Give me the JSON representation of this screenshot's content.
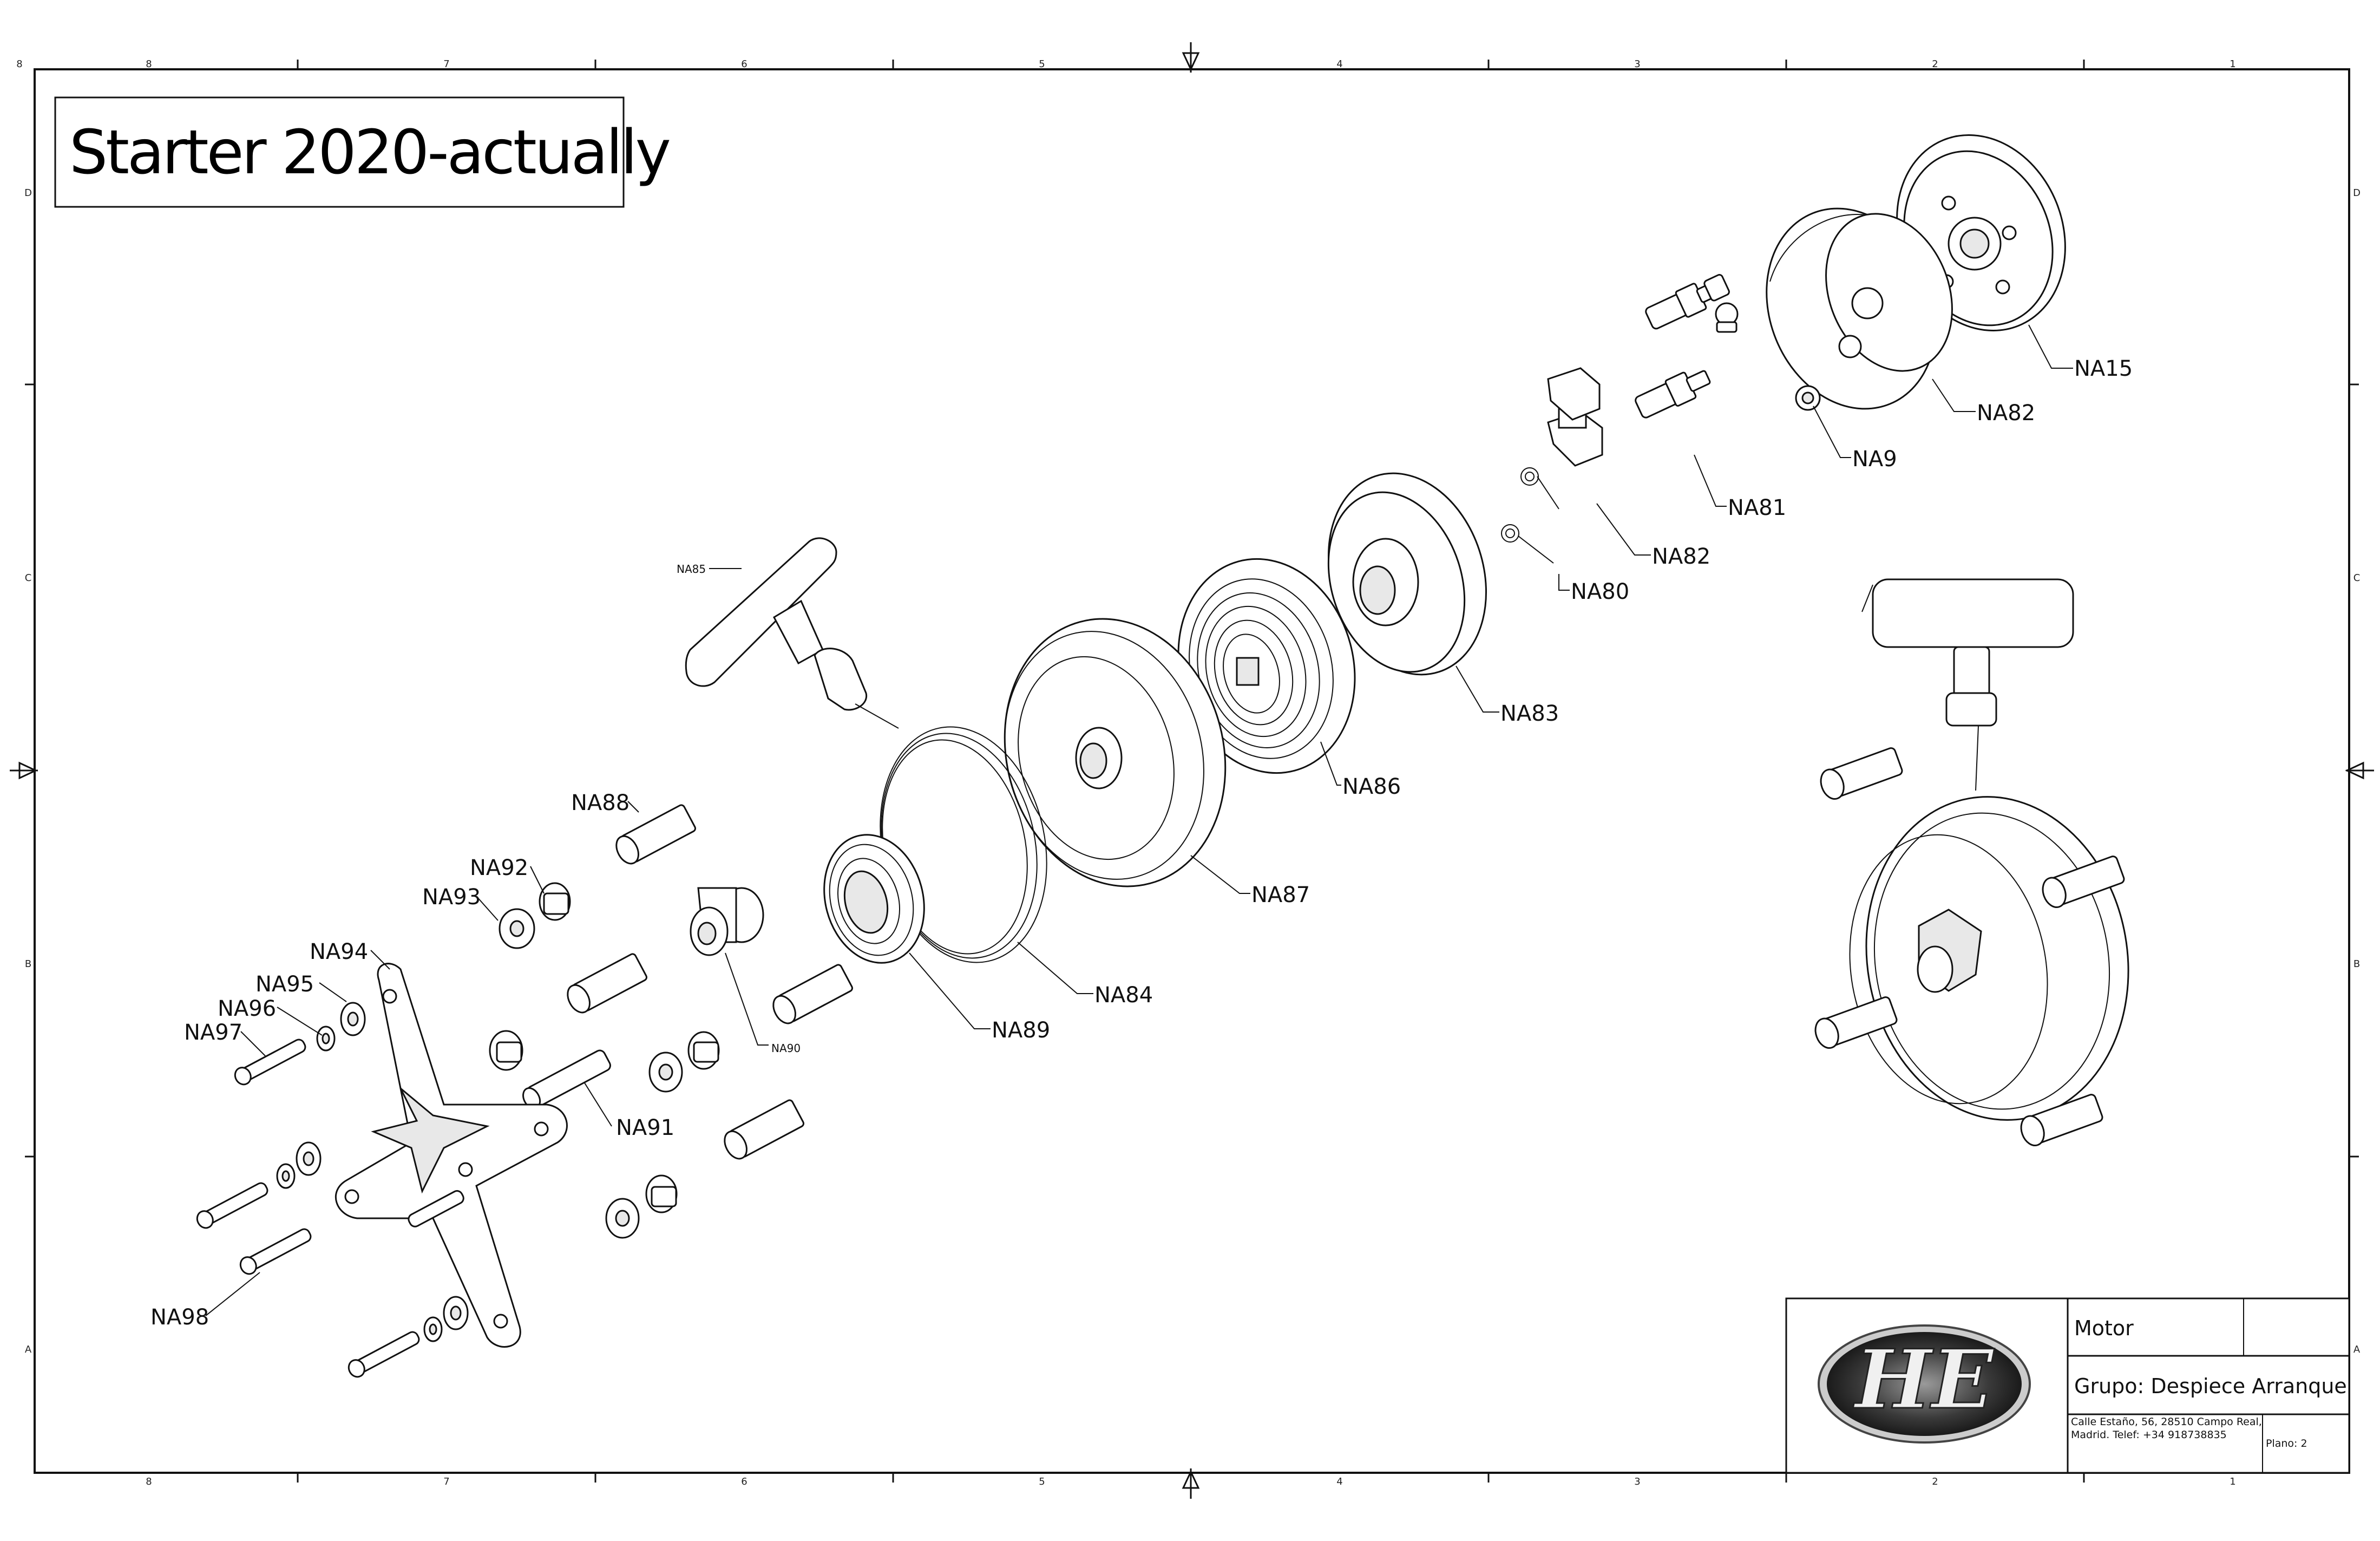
{
  "title": "Starter 2020-actually",
  "zones": {
    "columns": [
      "8",
      "7",
      "6",
      "5",
      "4",
      "3",
      "2",
      "1"
    ],
    "rows": [
      "D",
      "C",
      "B",
      "A"
    ]
  },
  "labels": {
    "NA15": "NA15",
    "NA82_top": "NA82",
    "NA9": "NA9",
    "NA81": "NA81",
    "NA82_mid": "NA82",
    "NA80": "NA80",
    "NA83": "NA83",
    "NA86": "NA86",
    "NA87": "NA87",
    "NA84": "NA84",
    "NA89": "NA89",
    "NA85": "NA85",
    "NA88": "NA88",
    "NA92": "NA92",
    "NA93": "NA93",
    "NA94": "NA94",
    "NA95": "NA95",
    "NA96": "NA96",
    "NA97": "NA97",
    "NA90": "NA90",
    "NA91": "NA91",
    "NA98": "NA98"
  },
  "title_block": {
    "logo_text": "HE",
    "project": "Motor",
    "group": "Grupo: Despiece Arranque",
    "address_line1": "Calle Estaño, 56, 28510 Campo Real,",
    "address_line2": "Madrid. Telef: +34 918738835",
    "sheet": "Plano: 2"
  }
}
